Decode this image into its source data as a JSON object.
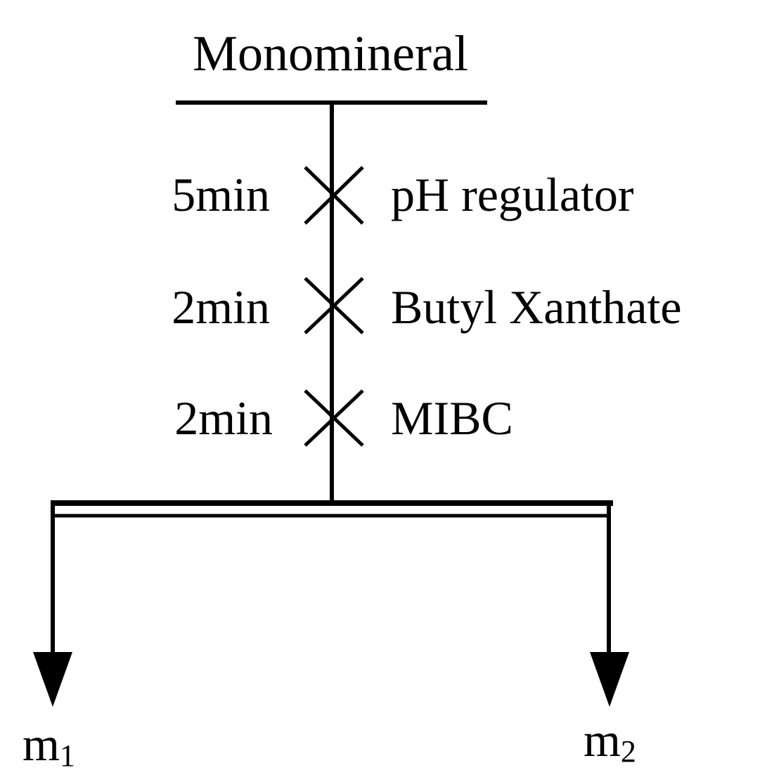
{
  "diagram": {
    "feed_label": "Monomineral",
    "steps": [
      {
        "time": "5min",
        "reagent": "pH regulator"
      },
      {
        "time": "2min",
        "reagent": "Butyl Xanthate"
      },
      {
        "time": "2min",
        "reagent": "MIBC"
      }
    ],
    "outputs": [
      {
        "base": "m",
        "sub": "1"
      },
      {
        "base": "m",
        "sub": "2"
      }
    ],
    "line_color": "#000000"
  }
}
